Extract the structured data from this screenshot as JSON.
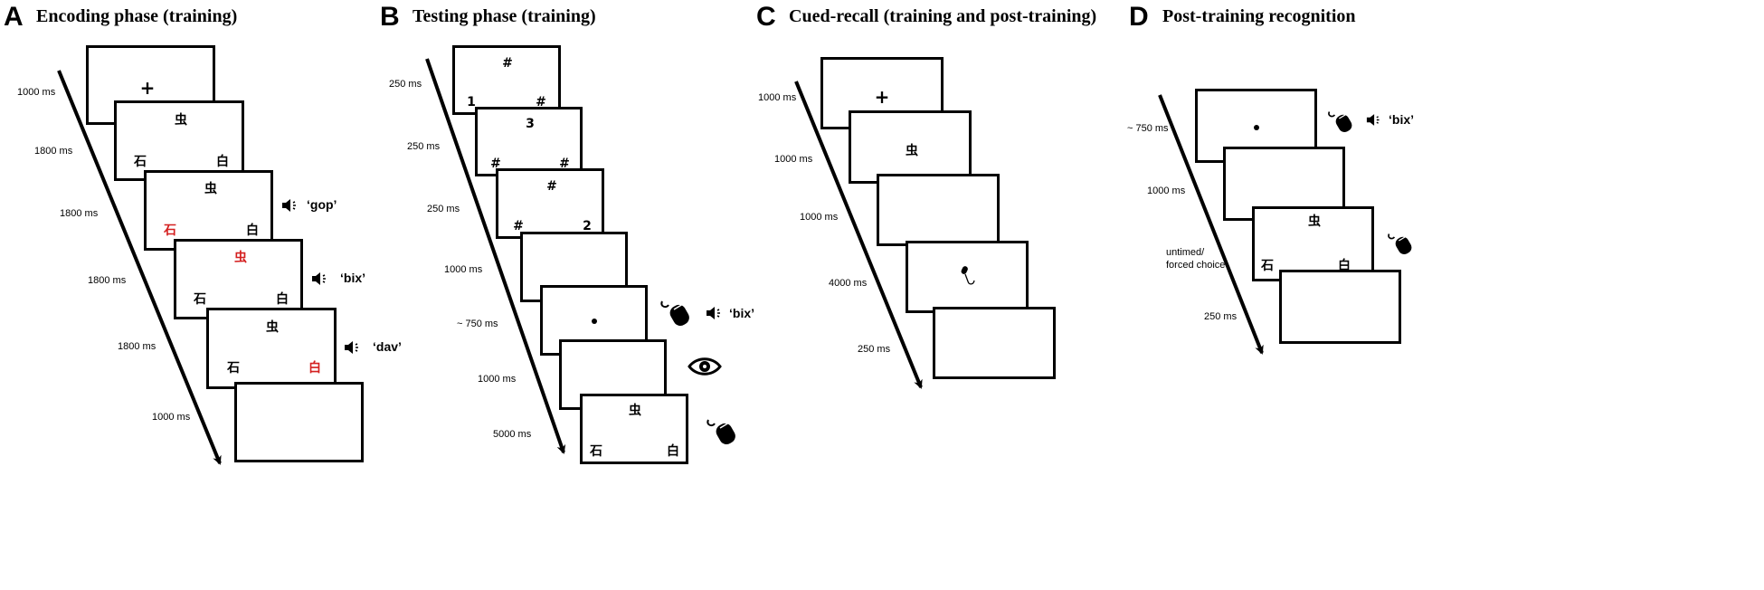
{
  "panels": {
    "A": {
      "letter": "A",
      "title": "Encoding phase (training)",
      "durations": [
        "1000 ms",
        "1800 ms",
        "1800 ms",
        "1800 ms",
        "1800 ms",
        "1000 ms"
      ],
      "frames": [
        {
          "center": "+"
        },
        {
          "top": "虫",
          "left": "石",
          "right": "白"
        },
        {
          "top": "虫",
          "left": "石",
          "right": "白",
          "highlight": "left",
          "audio": "‘gop’"
        },
        {
          "top": "虫",
          "left": "石",
          "right": "白",
          "highlight": "top",
          "audio": "‘bix’"
        },
        {
          "top": "虫",
          "left": "石",
          "right": "白",
          "highlight": "right",
          "audio": "‘dav’"
        },
        {}
      ]
    },
    "B": {
      "letter": "B",
      "title": "Testing phase (training)",
      "durations": [
        "250 ms",
        "250 ms",
        "250 ms",
        "1000 ms",
        "~ 750 ms",
        "1000 ms",
        "5000 ms"
      ],
      "frames": [
        {
          "top": "#",
          "left": "1",
          "right": "#"
        },
        {
          "top": "3",
          "left": "#",
          "right": "#"
        },
        {
          "top": "#",
          "left": "#",
          "right": "2"
        },
        {},
        {
          "dot": true,
          "audio": "‘bix’"
        },
        {},
        {
          "top": "虫",
          "left": "石",
          "right": "白"
        }
      ]
    },
    "C": {
      "letter": "C",
      "title": "Cued-recall (training and post-training)",
      "durations": [
        "1000 ms",
        "1000 ms",
        "1000 ms",
        "4000 ms",
        "250 ms"
      ],
      "frames": [
        {
          "center": "+"
        },
        {
          "center": "虫"
        },
        {},
        {
          "microphone": true
        },
        {}
      ]
    },
    "D": {
      "letter": "D",
      "title": "Post-training recognition",
      "durations": [
        "~ 750 ms",
        "1000 ms",
        "untimed/\nforced choice",
        "250 ms"
      ],
      "frames": [
        {
          "dot": true,
          "audio": "‘bix’"
        },
        {},
        {
          "top": "虫",
          "left": "石",
          "right": "白"
        },
        {}
      ]
    }
  },
  "icons": [
    "speaker-icon",
    "mouse-icon",
    "eye-icon",
    "microphone-icon"
  ]
}
